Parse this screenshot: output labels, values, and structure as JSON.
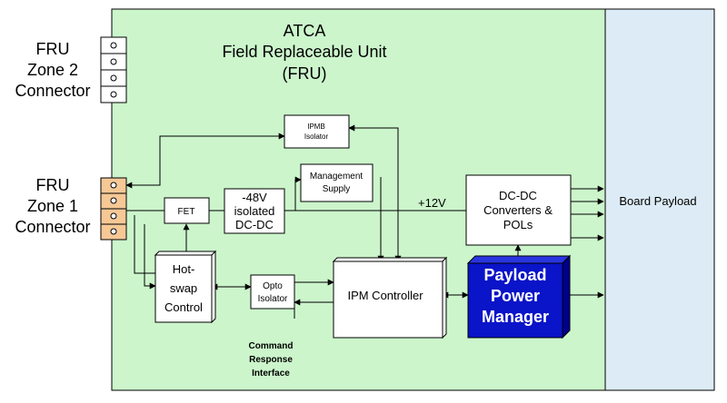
{
  "fru": {
    "title_line1": "ATCA",
    "title_line2": "Field Replaceable Unit",
    "title_line3": "(FRU)"
  },
  "zone2": {
    "label_line1": "FRU",
    "label_line2": "Zone 2",
    "label_line3": "Connector"
  },
  "zone1": {
    "label_line1": "FRU",
    "label_line2": "Zone 1",
    "label_line3": "Connector"
  },
  "blocks": {
    "ipmb_line1": "IPMB",
    "ipmb_line2": "Isolator",
    "mgmt_line1": "Management",
    "mgmt_line2": "Supply",
    "fet": "FET",
    "dcdc_line1": "-48V",
    "dcdc_line2": "isolated",
    "dcdc_line3": "DC-DC",
    "rail": "+12V",
    "conv_line1": "DC-DC",
    "conv_line2": "Converters &",
    "conv_line3": "POLs",
    "board_payload": "Board Payload",
    "hotswap_line1": "Hot-",
    "hotswap_line2": "swap",
    "hotswap_line3": "Control",
    "opto_line1": "Opto",
    "opto_line2": "Isolator",
    "ipmc": "IPM Controller",
    "ppm_line1": "Payload",
    "ppm_line2": "Power",
    "ppm_line3": "Manager",
    "cri_line1": "Command",
    "cri_line2": "Response",
    "cri_line3": "Interface"
  },
  "colors": {
    "fru_fill": "#ccf5cc",
    "payload_fill": "#dcebf5",
    "zone1_pins": "#f5c896",
    "ppm_fill": "#0a14c8",
    "ppm_shade": "#00008c"
  }
}
